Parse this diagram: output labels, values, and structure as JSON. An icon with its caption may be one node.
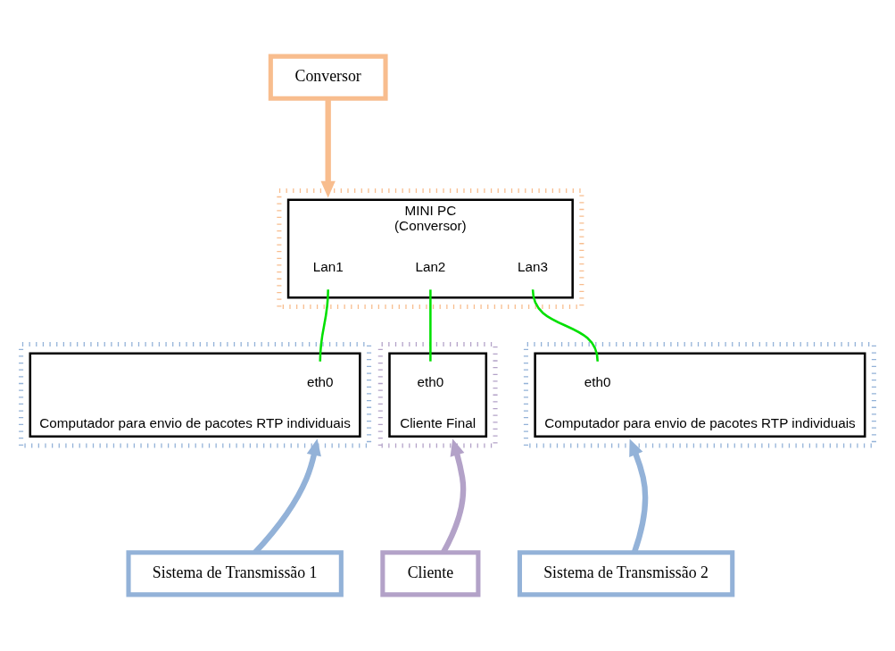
{
  "diagram": {
    "nodes": [
      {
        "text": [],
        "shape": "box"
      },
      {
        "text": [
          "MINI PC",
          "(Conversor)"
        ],
        "in": 0
      },
      {
        "text": [
          "Lan1"
        ],
        "in": 1
      },
      {
        "text": [
          "Lan2"
        ],
        "in": 1
      },
      {
        "text": [
          "Lan3"
        ],
        "in": 1
      },
      {
        "text": [
          "Conversor"
        ]
      },
      {
        "text": [],
        "shape": "box"
      },
      {
        "text": [
          "Computador para envio de pacotes RTP individuais"
        ],
        "in": 6
      },
      {
        "text": [
          "eth0"
        ],
        "in": 7
      },
      {
        "text": [],
        "shape": "box"
      },
      {
        "text": [
          "Cliente Final"
        ],
        "in": 9
      },
      {
        "text": [
          "eth0"
        ],
        "in": 10
      },
      {
        "text": [],
        "shape": "box"
      },
      {
        "text": [
          "Computador para envio de pacotes RTP individuais"
        ],
        "in": 12
      },
      {
        "text": [
          "eth0"
        ],
        "in": 13
      },
      {
        "text": [
          "Sistema de Transmissão 1"
        ]
      },
      {
        "text": [
          "Cliente"
        ]
      },
      {
        "text": [
          "Sistema de Transmissão 2"
        ]
      }
    ],
    "edges": [
      {
        "from": 2,
        "to": 8,
        "arrow": "none",
        "color": "#00e000"
      },
      {
        "from": 3,
        "to": 11,
        "arrow": "none",
        "color": "#00e000"
      },
      {
        "from": 4,
        "to": 14,
        "arrow": "none",
        "color": "#00e000"
      },
      {
        "from": 5,
        "to": 0,
        "arrow": "to",
        "color": "#f8bd8e"
      },
      {
        "from": 15,
        "to": 6,
        "arrow": "to",
        "color": "#93b2d8"
      },
      {
        "from": 16,
        "to": 9,
        "arrow": "to",
        "color": "#b3a2c8"
      },
      {
        "from": 17,
        "to": 12,
        "arrow": "to",
        "color": "#93b2d8"
      }
    ]
  }
}
